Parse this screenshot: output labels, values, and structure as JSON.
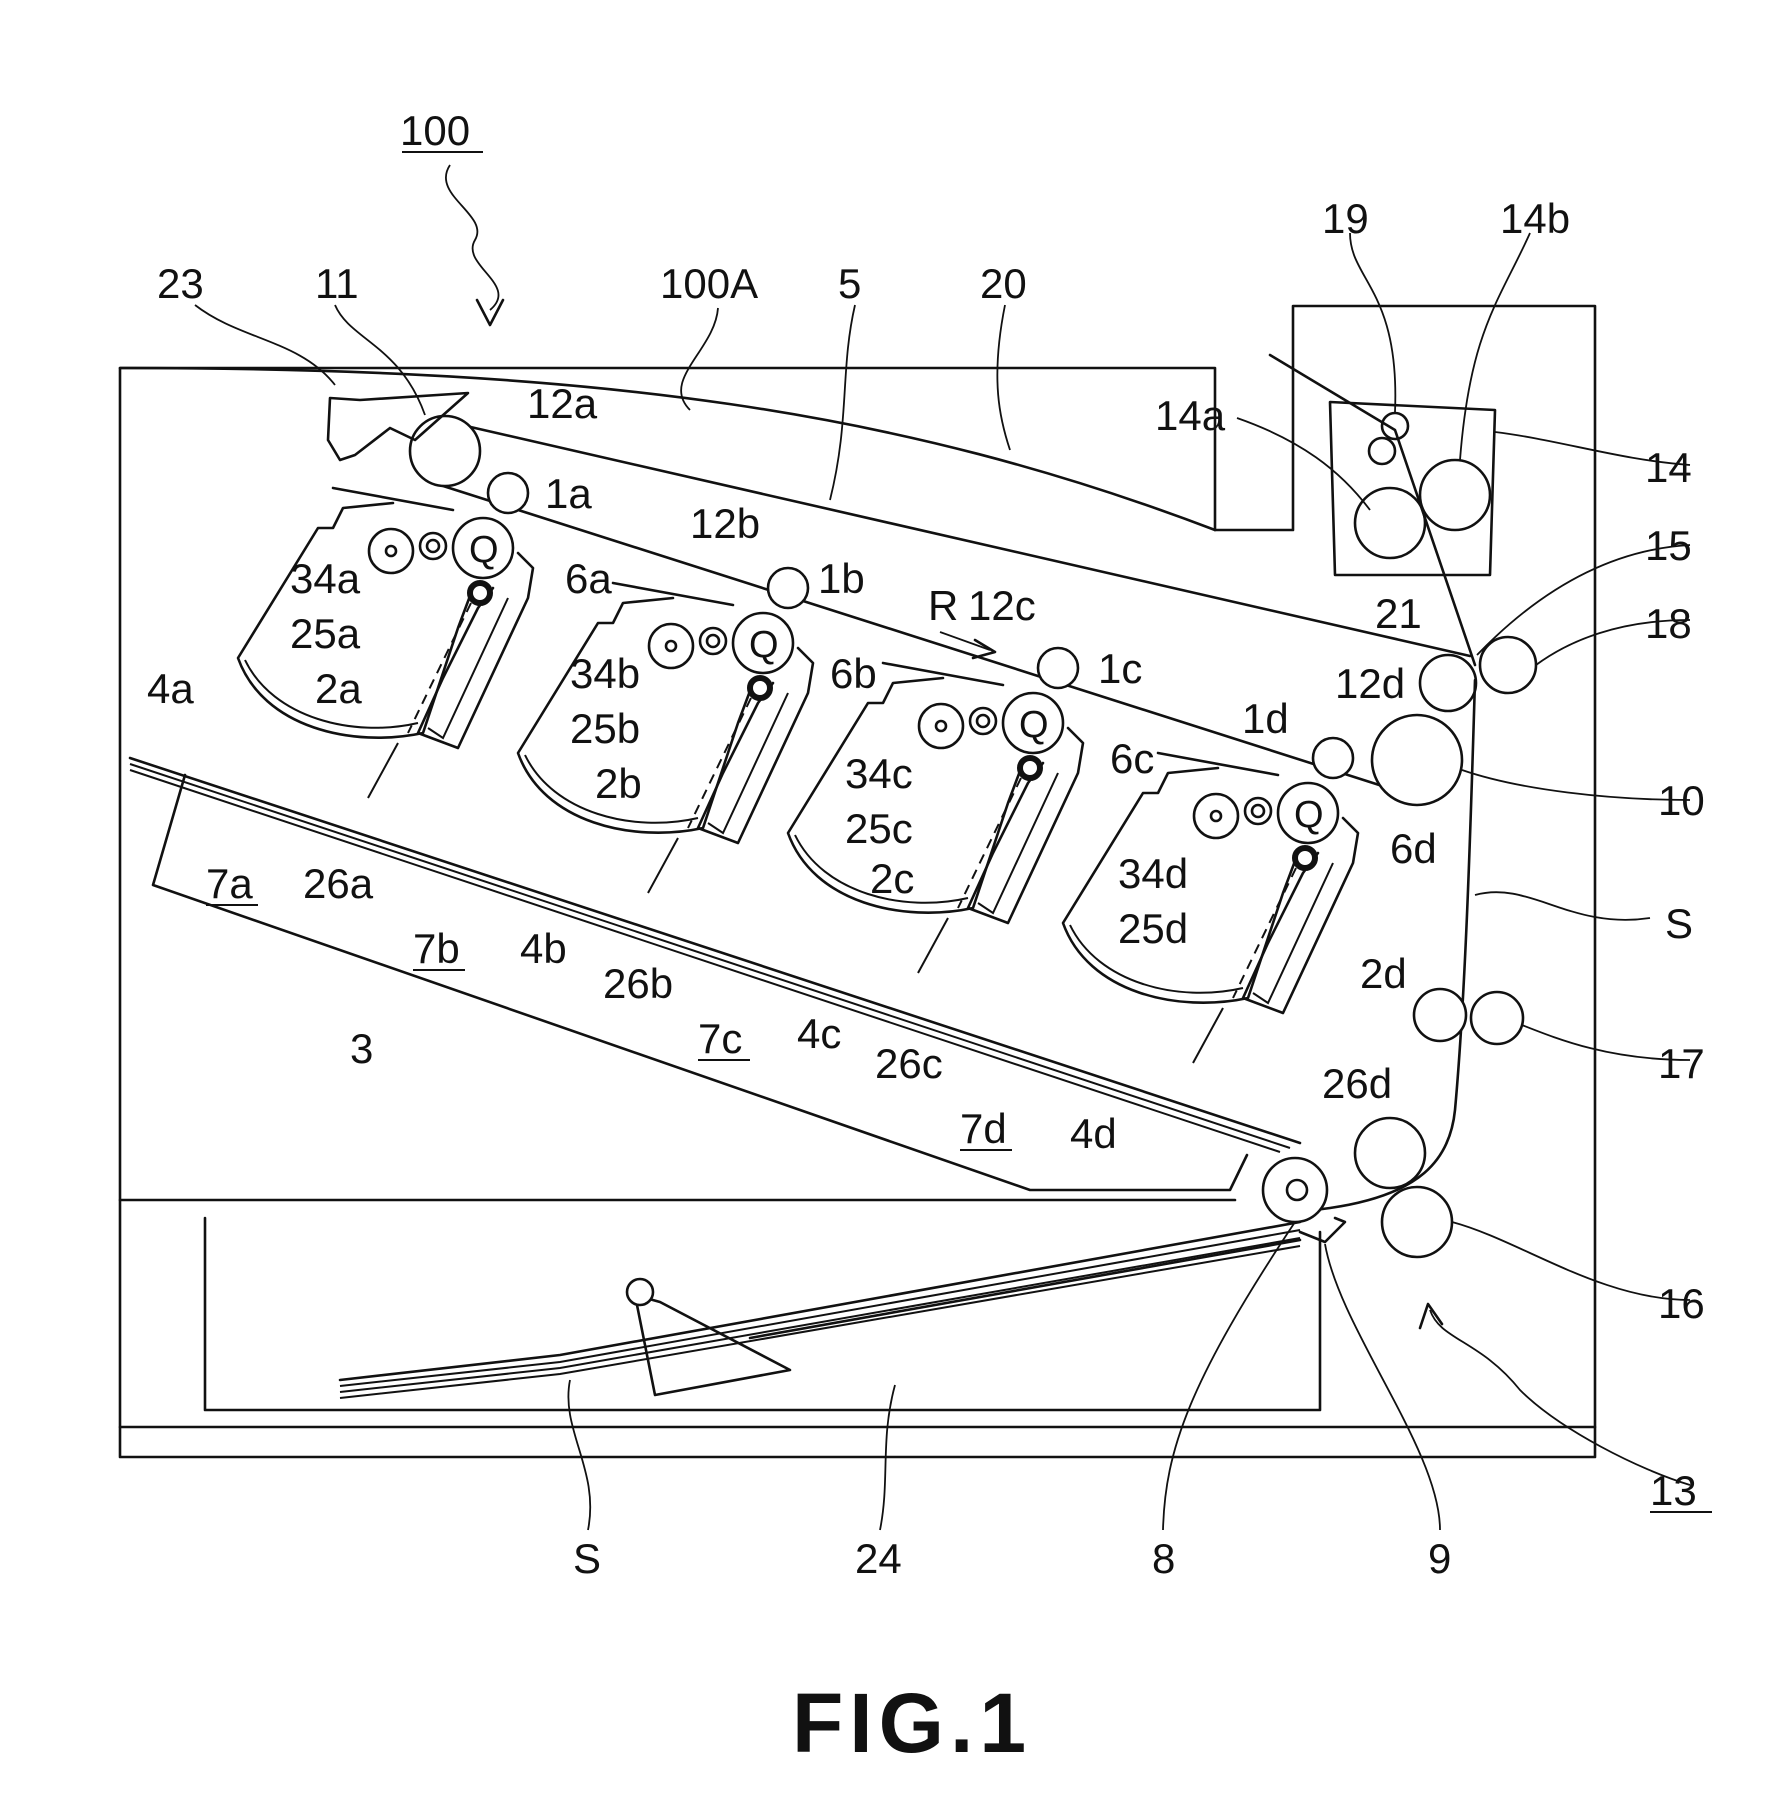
{
  "figure_title": "FIG.1",
  "labels": {
    "l100": "100",
    "l100A": "100A",
    "l23": "23",
    "l11": "11",
    "l5": "5",
    "l20": "20",
    "l19": "19",
    "l14b": "14b",
    "l14a": "14a",
    "l14": "14",
    "l15": "15",
    "l18": "18",
    "l21": "21",
    "l10": "10",
    "lS_right": "S",
    "l17": "17",
    "l16": "16",
    "l13": "13",
    "l12a": "12a",
    "l1a": "1a",
    "l34a": "34a",
    "l25a": "25a",
    "l2a": "2a",
    "l6a": "6a",
    "l4a": "4a",
    "l7a": "7a",
    "l26a": "26a",
    "l12b": "12b",
    "l1b": "1b",
    "l34b": "34b",
    "l25b": "25b",
    "l2b": "2b",
    "l6b": "6b",
    "l4b": "4b",
    "l7b": "7b",
    "l26b": "26b",
    "lR": "R",
    "l12c": "12c",
    "l1c": "1c",
    "l34c": "34c",
    "l25c": "25c",
    "l2c": "2c",
    "l6c": "6c",
    "l4c": "4c",
    "l7c": "7c",
    "l26c": "26c",
    "l12d": "12d",
    "l1d": "1d",
    "l34d": "34d",
    "l25d": "25d",
    "l2d": "2d",
    "l6d": "6d",
    "l4d": "4d",
    "l7d": "7d",
    "l26d": "26d",
    "l3": "3",
    "lS_bottom": "S",
    "l24": "24",
    "l8": "8",
    "l9": "9",
    "drum_mark": "Q"
  }
}
